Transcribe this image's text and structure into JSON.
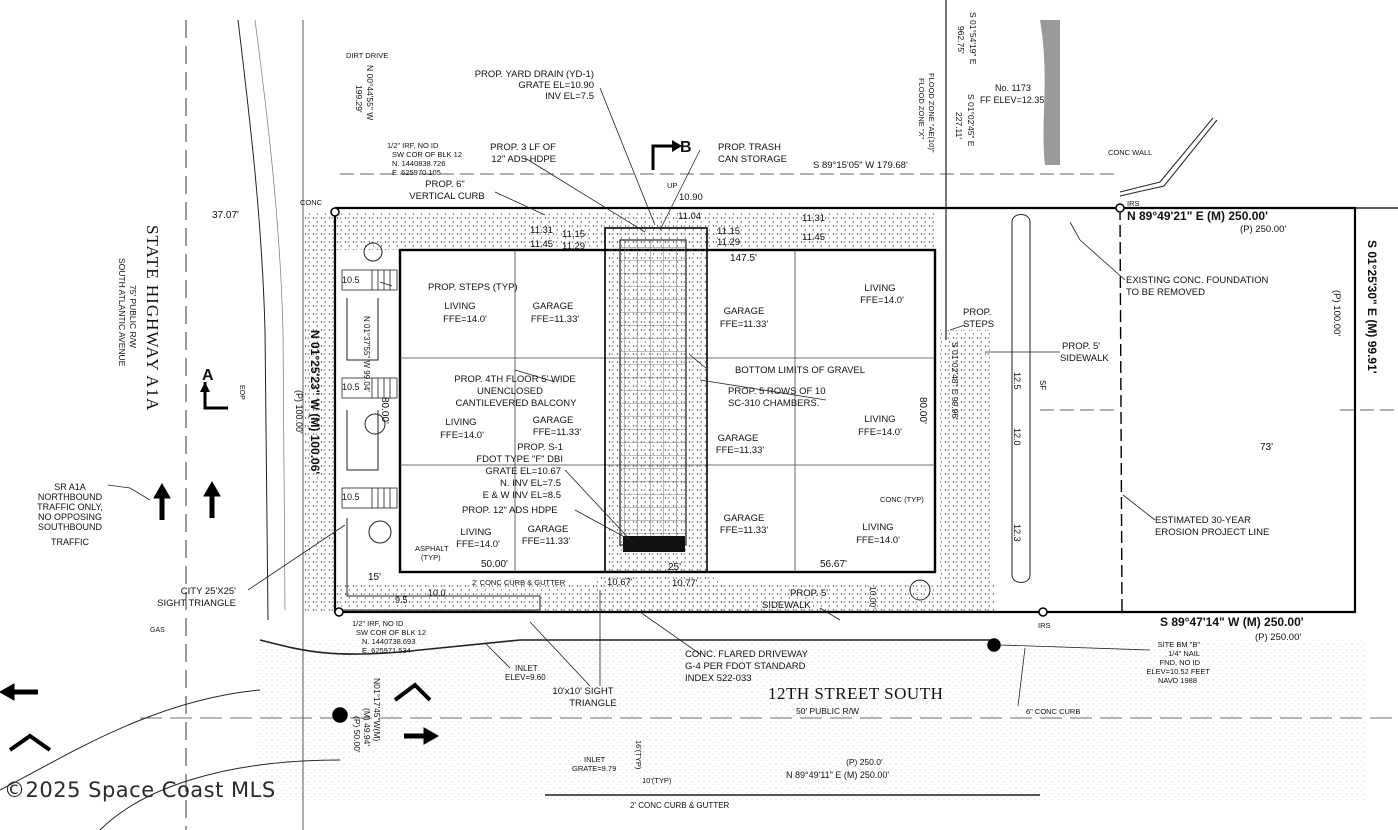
{
  "watermark": "©2025 Space Coast MLS",
  "roads": {
    "highway_name": "STATE HIGHWAY A1A",
    "highway_row": "75' PUBLIC R/W",
    "highway_alt": "SOUTH ATLANTIC AVENUE",
    "sr_note": [
      "SR A1A",
      "NORTHBOUND",
      "TRAFFIC ONLY,",
      "NO OPPOSING",
      "SOUTHBOUND",
      "TRAFFIC"
    ],
    "street_name": "12TH STREET SOUTH",
    "street_row": "50' PUBLIC R/W",
    "eop": "EOP",
    "dirt_drive": "DIRT DRIVE",
    "street_bearing_p": "(P) 250.0'",
    "street_bearing": "N 89°49'11\" E (M) 250.00'",
    "street_curb": "2' CONC CURB & GUTTER",
    "inlet_south": [
      "INLET",
      "GRATE=9.79"
    ],
    "spacing_typ": "10'(TYP)",
    "spacing_typ2": "16'(TYP)",
    "street_west_bearing": "N01°17'45\"W(M)",
    "street_west_m": "(M) 49.94'",
    "street_west_p": "(P) 50.00'"
  },
  "survey": {
    "north_bearing": "N 89°49'21\" E (M) 250.00'",
    "north_p": "(P) 250.00'",
    "south_bearing": "S 89°47'14\" W (M) 250.00'",
    "south_p": "(P) 250.00'",
    "east_bearing": "S 01°25'30\" E (M) 99.91'",
    "east_p": "(P) 100.00'",
    "west_bearing": "N 01°25'23\" W (M) 100.06'",
    "west_p": "(P) 100.00'",
    "north_strip": "S 89°15'05\" W 179.68'",
    "ne_bearing1": "S 01°54'19\" E",
    "ne_dist1": "962.75'",
    "ne_bearing2": "S 01°02'45\" E",
    "ne_dist2": "227.11'",
    "flood_ae": "FLOOD ZONE \"AE(10)\"",
    "flood_x": "FLOOD ZONE \"X\"",
    "lot_no": "No. 1173",
    "lot_ff": "FF ELEV=12.35",
    "north_bearing2": "N 00°44'55\" W",
    "north_dist2": "199.29'",
    "irf_north": [
      "1/2\" IRF, NO ID",
      "SW COR OF BLK 12",
      "N. 1440838.726",
      "E. 625970.105"
    ],
    "irf_south": [
      "1/2\" IRF, NO ID",
      "SW COR OF BLK 12",
      "N. 1440738.693",
      "E. 625971.534"
    ],
    "irs1": "IRS",
    "irs2": "IRS",
    "bm": [
      "SITE BM \"B\"",
      "1/4\" NAIL",
      "FND, NO ID",
      "ELEV=10.52 FEET",
      "NAVD 1988"
    ],
    "dim_3707": "37.07'",
    "dim_1475": "147.5'",
    "dim_73": "73'",
    "dim_50": "50.00'",
    "dim_5667": "56.67'",
    "dim_80w": "80.00'",
    "dim_80e": "80.00'",
    "dim_15": "15'",
    "dim_25": "25'",
    "dim_1067": "10.67'",
    "dim_1077": "10.77'",
    "dim_9996": "S 01°02'48\" E 99.96'",
    "dim_mid": "N 01°37'55\" W 99.04'",
    "conc_wall": "CONC WALL",
    "conc_typ": "CONC (TYP)",
    "asphalt": [
      "ASPHALT",
      "(TYP)"
    ],
    "curb_gutter": "2' CONC CURB & GUTTER",
    "dim_125": "12.5",
    "dim_120": "12.0",
    "dim_123": "12.3",
    "dim_100b": "10.00'",
    "dim_105a": "10.5",
    "dim_105b": "10.5",
    "dim_105c": "10.5",
    "dim_100": "10.0",
    "dim_95": "9.5",
    "conc": "CONC",
    "up": "UP",
    "b_label": "B",
    "a_label": "A",
    "gas": "GAS",
    "sf": "SF"
  },
  "units": [
    {
      "type": "LIVING",
      "ffe": "FFE=14.0'"
    },
    {
      "type": "GARAGE",
      "ffe": "FFE=11.33'"
    },
    {
      "type": "GARAGE",
      "ffe": "FFE=11.33'"
    },
    {
      "type": "LIVING",
      "ffe": "FFE=14.0'"
    },
    {
      "type": "LIVING",
      "ffe": "FFE=14.0'"
    },
    {
      "type": "GARAGE",
      "ffe": "FFE=11.33'"
    },
    {
      "type": "GARAGE",
      "ffe": "FFE=11.33'"
    },
    {
      "type": "LIVING",
      "ffe": "FFE=14.0'"
    },
    {
      "type": "LIVING",
      "ffe": "FFE=14.0'"
    },
    {
      "type": "GARAGE",
      "ffe": "FFE=11.33'"
    },
    {
      "type": "GARAGE",
      "ffe": "FFE=11.33'"
    },
    {
      "type": "LIVING",
      "ffe": "FFE=14.0'"
    }
  ],
  "elevations": [
    "11.31",
    "11.45",
    "11.15",
    "11.29",
    "11.04",
    "10.90",
    "11.15",
    "11.29",
    "11.31",
    "11.45"
  ],
  "callouts": {
    "yard_drain": [
      "PROP. YARD DRAIN (YD-1)",
      "GRATE EL=10.90",
      "INV EL=7.5"
    ],
    "hdpe3": [
      "PROP. 3 LF OF",
      "12\" ADS HDPE"
    ],
    "trash": [
      "PROP. TRASH",
      "CAN STORAGE"
    ],
    "curb6": [
      "PROP. 6\"",
      "VERTICAL CURB"
    ],
    "steps_typ": "PROP. STEPS (TYP)",
    "balcony": [
      "PROP. 4TH FLOOR 5' WIDE",
      "UNENCLOSED",
      "CANTILEVERED BALCONY"
    ],
    "s1": [
      "PROP. S-1",
      "FDOT TYPE \"F\" DBI",
      "GRATE EL=10.67",
      "N. INV EL=7.5",
      "E & W INV EL=8.5"
    ],
    "hdpe12": "PROP. 12\" ADS HDPE",
    "gravel": "BOTTOM LIMITS OF GRAVEL",
    "chambers": [
      "PROP. 5 ROWS OF 10",
      "SC-310 CHAMBERS."
    ],
    "steps_e": [
      "PROP.",
      "STEPS"
    ],
    "sidewalk_e": [
      "PROP. 5'",
      "SIDEWALK"
    ],
    "sidewalk_s": [
      "PROP. 5'",
      "SIDEWALK"
    ],
    "foundation": [
      "EXISTING CONC. FOUNDATION",
      "TO BE REMOVED"
    ],
    "erosion": [
      "ESTIMATED 30-YEAR",
      "EROSION PROJECT LINE"
    ],
    "driveway": [
      "CONC. FLARED DRIVEWAY",
      "G-4 PER FDOT STANDARD",
      "INDEX 522-033"
    ],
    "inlet": [
      "INLET",
      "ELEV=9.60"
    ],
    "sight10": [
      "10'x10' SIGHT",
      "TRIANGLE"
    ],
    "sight25": [
      "CITY 25'X25'",
      "SIGHT TRIANGLE"
    ],
    "curb_conc": "6\" CONC CURB"
  },
  "colors": {
    "ink": "#111111",
    "grey_fill": "#9a9a9a",
    "hatch": "#bbbbbb"
  }
}
